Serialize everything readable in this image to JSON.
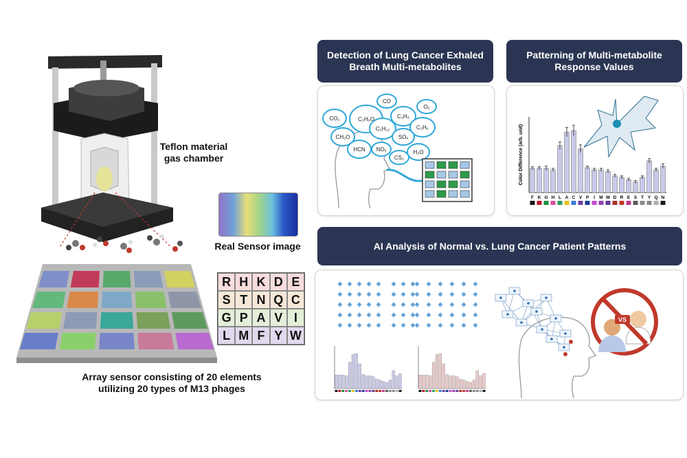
{
  "labels": {
    "chamber": "Teflon material gas chamber",
    "sensor_image": "Real Sensor image",
    "array_caption": "Array sensor consisting of 20 elements utilizing 20 types of M13 phages"
  },
  "headers": {
    "detection": "Detection of Lung Cancer Exhaled Breath Multi-metabolites",
    "patterning": "Patterning of Multi-metabolite Response Values",
    "ai": "AI Analysis of Normal vs. Lung Cancer Patient Patterns"
  },
  "molecules": [
    "CO₂",
    "C₂H₆O",
    "CO",
    "O₂",
    "C₂H₆",
    "C₃H₆",
    "C₅H₁₂",
    "CH₂O",
    "SOₓ",
    "HCN",
    "NOₓ",
    "H₂O",
    "CS₂"
  ],
  "amino_grid": [
    [
      "R",
      "H",
      "K",
      "D",
      "E"
    ],
    [
      "S",
      "T",
      "N",
      "Q",
      "C"
    ],
    [
      "G",
      "P",
      "A",
      "V",
      "I"
    ],
    [
      "L",
      "M",
      "F",
      "Y",
      "W"
    ]
  ],
  "vs_label": "VS",
  "chart_data": [
    {
      "type": "bar",
      "ylabel": "Color Difference (arb. unit)",
      "categories": [
        "F",
        "K",
        "G",
        "H",
        "L",
        "A",
        "C",
        "V",
        "P",
        "I",
        "M",
        "W",
        "D",
        "R",
        "E",
        "S",
        "T",
        "Y",
        "Q",
        "N"
      ],
      "values": [
        0.32,
        0.32,
        0.32,
        0.3,
        0.62,
        0.8,
        0.82,
        0.58,
        0.33,
        0.3,
        0.3,
        0.28,
        0.22,
        0.2,
        0.17,
        0.14,
        0.2,
        0.42,
        0.3,
        0.35
      ],
      "errors": [
        0.02,
        0.02,
        0.03,
        0.02,
        0.05,
        0.06,
        0.07,
        0.05,
        0.02,
        0.02,
        0.02,
        0.02,
        0.02,
        0.02,
        0.02,
        0.02,
        0.02,
        0.03,
        0.02,
        0.03
      ],
      "swatches": [
        "#111111",
        "#c0162c",
        "#1f8f3a",
        "#d94fa0",
        "#2a9d5c",
        "#e6c21a",
        "#3a7bd5",
        "#6b3fa0",
        "#1b3f8f",
        "#c44ad0",
        "#8e44ad",
        "#5c3a8e",
        "#a93226",
        "#c0392b",
        "#c0398f",
        "#5a5a5a",
        "#8a8a8a",
        "#888888",
        "#b0b0b0",
        "#1a1a1a"
      ],
      "ylim": [
        0,
        1
      ]
    }
  ]
}
